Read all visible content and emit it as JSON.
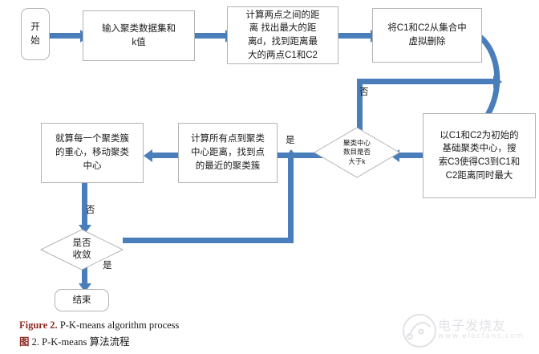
{
  "figure": {
    "nodes": {
      "start": {
        "label": "开\n始"
      },
      "input": {
        "label": "输入聚类数据集和\nk值"
      },
      "distance": {
        "label": "计算两点之间的距\n离 找出最大的距\n离d，找到距离最\n大的两点C1和C2"
      },
      "remove": {
        "label": "将C1和C2从集合中\n虚拟删除"
      },
      "search_c3": {
        "label": "以C1和C2为初始的\n基础聚类中心，搜\n索C3使得C3到C1和\nC2距离同时最大"
      },
      "check_k": {
        "label": "聚类中心\n数目是否\n大于k"
      },
      "assign": {
        "label": "计算所有点到聚类\n中心距离，找到点\n的最近的聚类簇"
      },
      "move_center": {
        "label": "就算每一个聚类簇\n的重心，移动聚类\n中心"
      },
      "converge": {
        "label": "是否\n收敛"
      },
      "end": {
        "label": "结束"
      }
    },
    "edge_labels": {
      "k_no": "否",
      "k_yes": "是",
      "converge_no": "否",
      "converge_yes": "是"
    },
    "colors": {
      "arrow": "#4a7ebb",
      "node_border": "#b4b4b4",
      "node_fill": "#ffffff",
      "caption_accent": "#8c2b22",
      "text": "#1a1a1a"
    }
  },
  "caption": {
    "line1_lead": "Figure 2.",
    "line1_rest": " P-K-means algorithm process",
    "line2_lead": "图",
    "line2_rest": " 2. P-K-means 算法流程"
  },
  "watermark": {
    "brand": "电子发烧友",
    "url": "www.elecfans.com"
  }
}
